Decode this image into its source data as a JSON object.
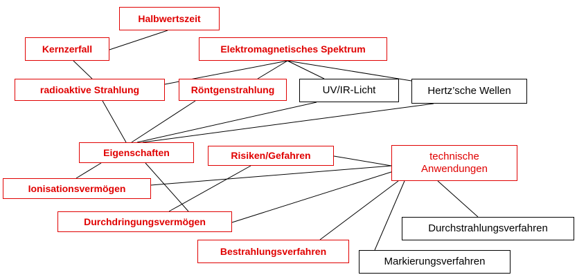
{
  "colors": {
    "red": "#e00000",
    "black": "#000000",
    "line": "#000000"
  },
  "nodes": {
    "halbwertszeit": "Halbwertszeit",
    "kernzerfall": "Kernzerfall",
    "spektrum": "Elektromagnetisches Spektrum",
    "radioaktiv": "radioaktive Strahlung",
    "roentgen": "Röntgenstrahlung",
    "uvir": "UV/IR-Licht",
    "hertz": "Hertz’sche Wellen",
    "eigenschaften": "Eigenschaften",
    "risiken": "Risiken/Gefahren",
    "technische_1": "technische",
    "technische_2": "Anwendungen",
    "ionisation": "Ionisationsvermögen",
    "durchdringung": "Durchdringungsvermögen",
    "durchstrahlung": "Durchstrahlungsverfahren",
    "bestrahlung": "Bestrahlungsverfahren",
    "markierung": "Markierungsverfahren"
  }
}
